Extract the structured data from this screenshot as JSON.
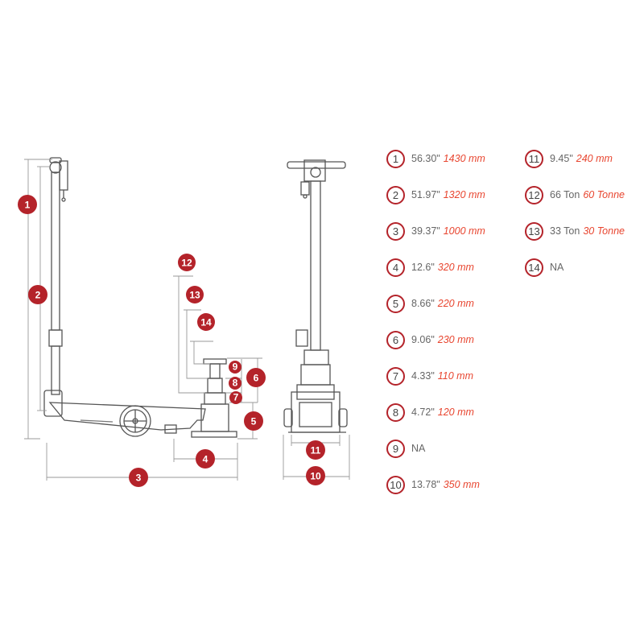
{
  "colors": {
    "accent": "#b4232a",
    "metric_text": "#e8452f",
    "line": "#555555",
    "dim_line": "#999999"
  },
  "diagram_labels": [
    "1",
    "2",
    "3",
    "4",
    "5",
    "6",
    "7",
    "8",
    "9",
    "10",
    "11",
    "12",
    "13",
    "14"
  ],
  "specs": [
    {
      "num": "1",
      "imperial": "56.30\"",
      "metric": "1430 mm"
    },
    {
      "num": "2",
      "imperial": "51.97\"",
      "metric": "1320 mm"
    },
    {
      "num": "3",
      "imperial": "39.37\"",
      "metric": "1000 mm"
    },
    {
      "num": "4",
      "imperial": "12.6\"",
      "metric": "320 mm"
    },
    {
      "num": "5",
      "imperial": "8.66\"",
      "metric": "220 mm"
    },
    {
      "num": "6",
      "imperial": "9.06\"",
      "metric": "230 mm"
    },
    {
      "num": "7",
      "imperial": "4.33\"",
      "metric": "110 mm"
    },
    {
      "num": "8",
      "imperial": "4.72\"",
      "metric": "120 mm"
    },
    {
      "num": "9",
      "imperial": "NA",
      "metric": ""
    },
    {
      "num": "10",
      "imperial": "13.78\"",
      "metric": "350 mm"
    },
    {
      "num": "11",
      "imperial": "9.45\"",
      "metric": "240 mm"
    },
    {
      "num": "12",
      "imperial": "66 Ton",
      "metric": "60 Tonne"
    },
    {
      "num": "13",
      "imperial": "33 Ton",
      "metric": "30 Tonne"
    },
    {
      "num": "14",
      "imperial": "NA",
      "metric": ""
    }
  ]
}
